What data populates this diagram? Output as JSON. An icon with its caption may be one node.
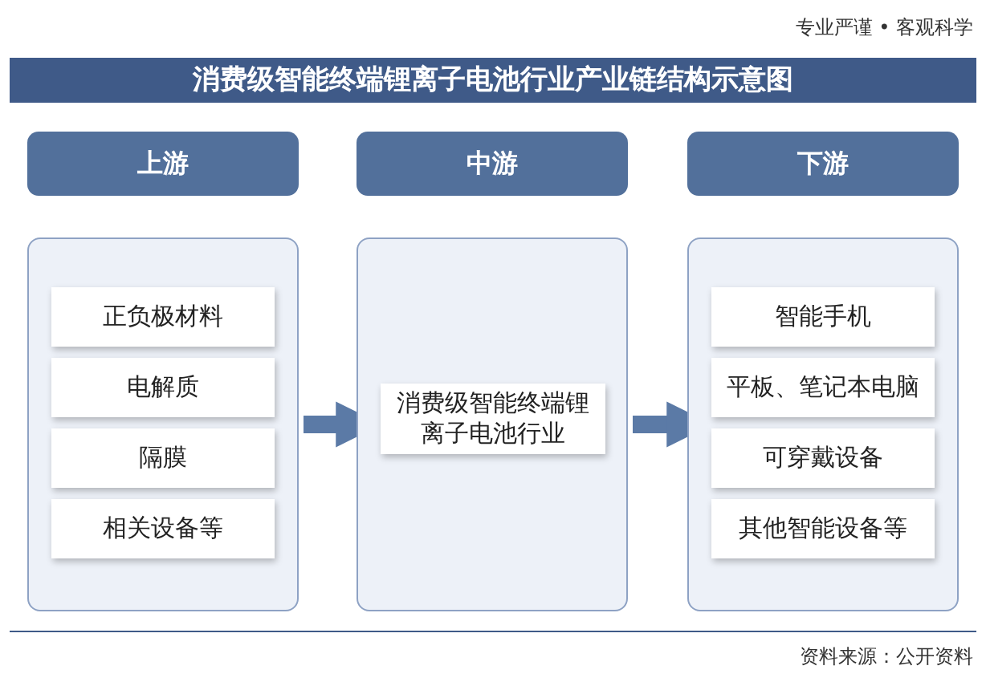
{
  "diagram": {
    "title": "消费级智能终端锂离子电池行业产业链结构示意图",
    "nodes": [
      {
        "text": [
          "上游"
        ]
      },
      {
        "text": [
          "中游"
        ]
      },
      {
        "text": [
          "下游"
        ]
      },
      {
        "text": [],
        "shape": "box"
      },
      {
        "text": [
          "正负极材料"
        ],
        "in": 3
      },
      {
        "text": [
          "电解质"
        ],
        "in": 3
      },
      {
        "text": [
          "隔膜"
        ],
        "in": 3
      },
      {
        "text": [
          "相关设备等"
        ],
        "in": 3
      },
      {
        "text": [],
        "shape": "box"
      },
      {
        "text": [
          "消费级智能终端锂离子电池行业"
        ],
        "in": 8
      },
      {
        "text": [],
        "shape": "box"
      },
      {
        "text": [
          "智能手机"
        ],
        "in": 10
      },
      {
        "text": [
          "平板、笔记本电脑"
        ],
        "in": 10
      },
      {
        "text": [
          "可穿戴设备"
        ],
        "in": 10
      },
      {
        "text": [
          "其他智能设备等"
        ],
        "in": 10
      }
    ],
    "edges": [
      {
        "from": 3,
        "to": 8,
        "arrow": "to"
      },
      {
        "from": 8,
        "to": 10,
        "arrow": "to"
      }
    ],
    "labels": [
      "专业严谨 • 客观科学",
      "资料来源：公开资料"
    ]
  }
}
